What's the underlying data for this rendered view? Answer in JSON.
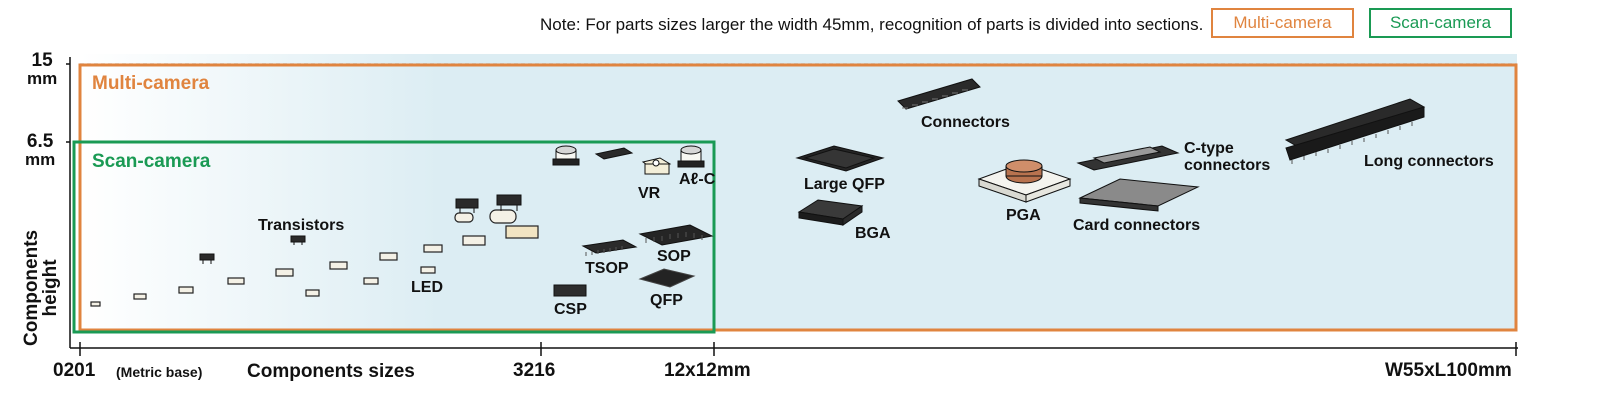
{
  "note": "Note: For parts sizes larger the width 45mm, recognition of parts is divided into sections.",
  "legend": [
    {
      "label": "Multi-camera",
      "color": "#e0843f"
    },
    {
      "label": "Scan-camera",
      "color": "#1a9a54"
    }
  ],
  "regions": {
    "multi": {
      "label": "Multi-camera",
      "color": "#e0843f"
    },
    "scan": {
      "label": "Scan-camera",
      "color": "#1a9a54"
    }
  },
  "colors": {
    "fill": "#dcedf3",
    "axis": "#111111"
  },
  "y_axis": {
    "ticks": [
      {
        "value": "15",
        "unit": "mm"
      },
      {
        "value": "6.5",
        "unit": "mm"
      }
    ],
    "title_line1": "Components",
    "title_line2": "height"
  },
  "x_axis": {
    "ticks": [
      "0201",
      "3216",
      "12x12mm",
      "W55xL100mm"
    ],
    "metric_note": "(Metric base)",
    "title": "Components sizes"
  },
  "parts": {
    "transistors": "Transistors",
    "led": "LED",
    "csp": "CSP",
    "tsop": "TSOP",
    "sop": "SOP",
    "qfp": "QFP",
    "vr": "VR",
    "alc": "Aℓ-C",
    "large_qfp": "Large QFP",
    "bga": "BGA",
    "connectors": "Connectors",
    "pga": "PGA",
    "c_type_1": "C-type",
    "c_type_2": "connectors",
    "card_connectors": "Card connectors",
    "long_connectors": "Long connectors"
  }
}
